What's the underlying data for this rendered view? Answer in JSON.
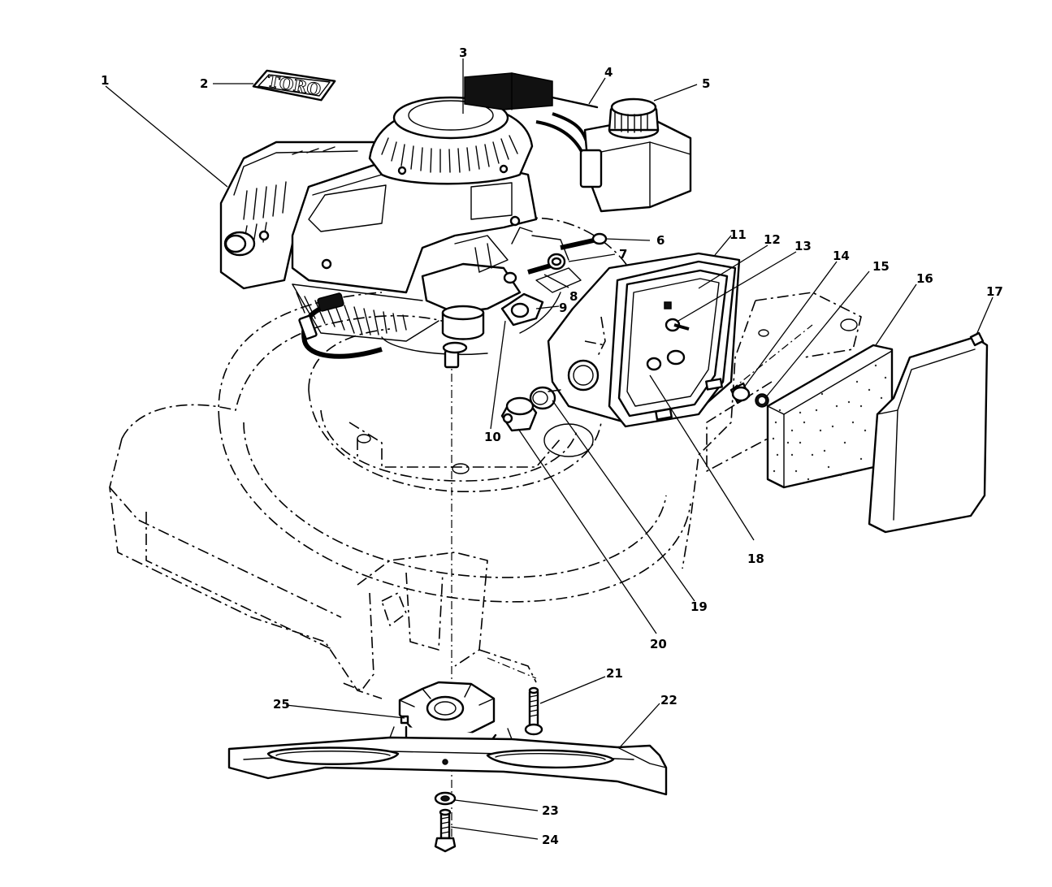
{
  "brand_label": "TORO",
  "callouts": [
    {
      "id": "1",
      "text": "1"
    },
    {
      "id": "2",
      "text": "2"
    },
    {
      "id": "3",
      "text": "3"
    },
    {
      "id": "4",
      "text": "4"
    },
    {
      "id": "5",
      "text": "5"
    },
    {
      "id": "6",
      "text": "6"
    },
    {
      "id": "7",
      "text": "7"
    },
    {
      "id": "8",
      "text": "8"
    },
    {
      "id": "9",
      "text": "9"
    },
    {
      "id": "10",
      "text": "10"
    },
    {
      "id": "11",
      "text": "11"
    },
    {
      "id": "12",
      "text": "12"
    },
    {
      "id": "13",
      "text": "13"
    },
    {
      "id": "14",
      "text": "14"
    },
    {
      "id": "15",
      "text": "15"
    },
    {
      "id": "16",
      "text": "16"
    },
    {
      "id": "17",
      "text": "17"
    },
    {
      "id": "18",
      "text": "18"
    },
    {
      "id": "19",
      "text": "19"
    },
    {
      "id": "20",
      "text": "20"
    },
    {
      "id": "21",
      "text": "21"
    },
    {
      "id": "22",
      "text": "22"
    },
    {
      "id": "23",
      "text": "23"
    },
    {
      "id": "24",
      "text": "24"
    },
    {
      "id": "25",
      "text": "25"
    }
  ]
}
